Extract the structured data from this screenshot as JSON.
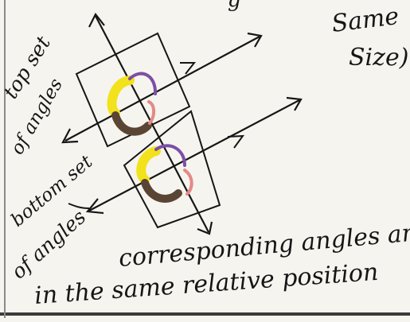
{
  "labels": {
    "top_partial": "g",
    "same_line1": "Same",
    "same_line2": "Size)",
    "top_set_line1": "top set",
    "top_set_line2": "of angles",
    "bottom_set_line1": "bottom set",
    "bottom_set_line2": "of angles",
    "caption_line1": "corresponding angles are",
    "caption_line2": "in the same relative position"
  },
  "colors": {
    "ink": "#161616",
    "paper": "#f6f4ef",
    "yellow_angle": "#f2e21b",
    "purple_angle": "#7b4fa6",
    "brown_angle": "#5a4434",
    "pink_angle": "#e38a86",
    "frame_line": "#3b3b3b"
  }
}
